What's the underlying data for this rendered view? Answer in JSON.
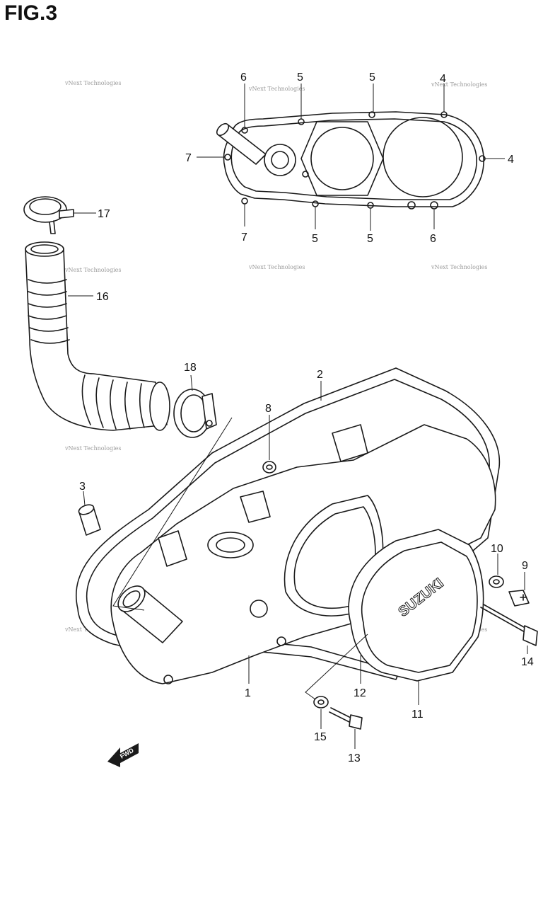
{
  "figure": {
    "title": "FIG.3"
  },
  "brand_text": "SUZUKI",
  "direction_label": "FWD",
  "watermark": "vNext Technologies",
  "callouts": [
    "6",
    "5",
    "5",
    "4",
    "7",
    "4",
    "7",
    "5",
    "5",
    "6",
    "17",
    "16",
    "18",
    "2",
    "8",
    "3",
    "10",
    "9",
    "1",
    "12",
    "11",
    "14",
    "15",
    "13"
  ]
}
